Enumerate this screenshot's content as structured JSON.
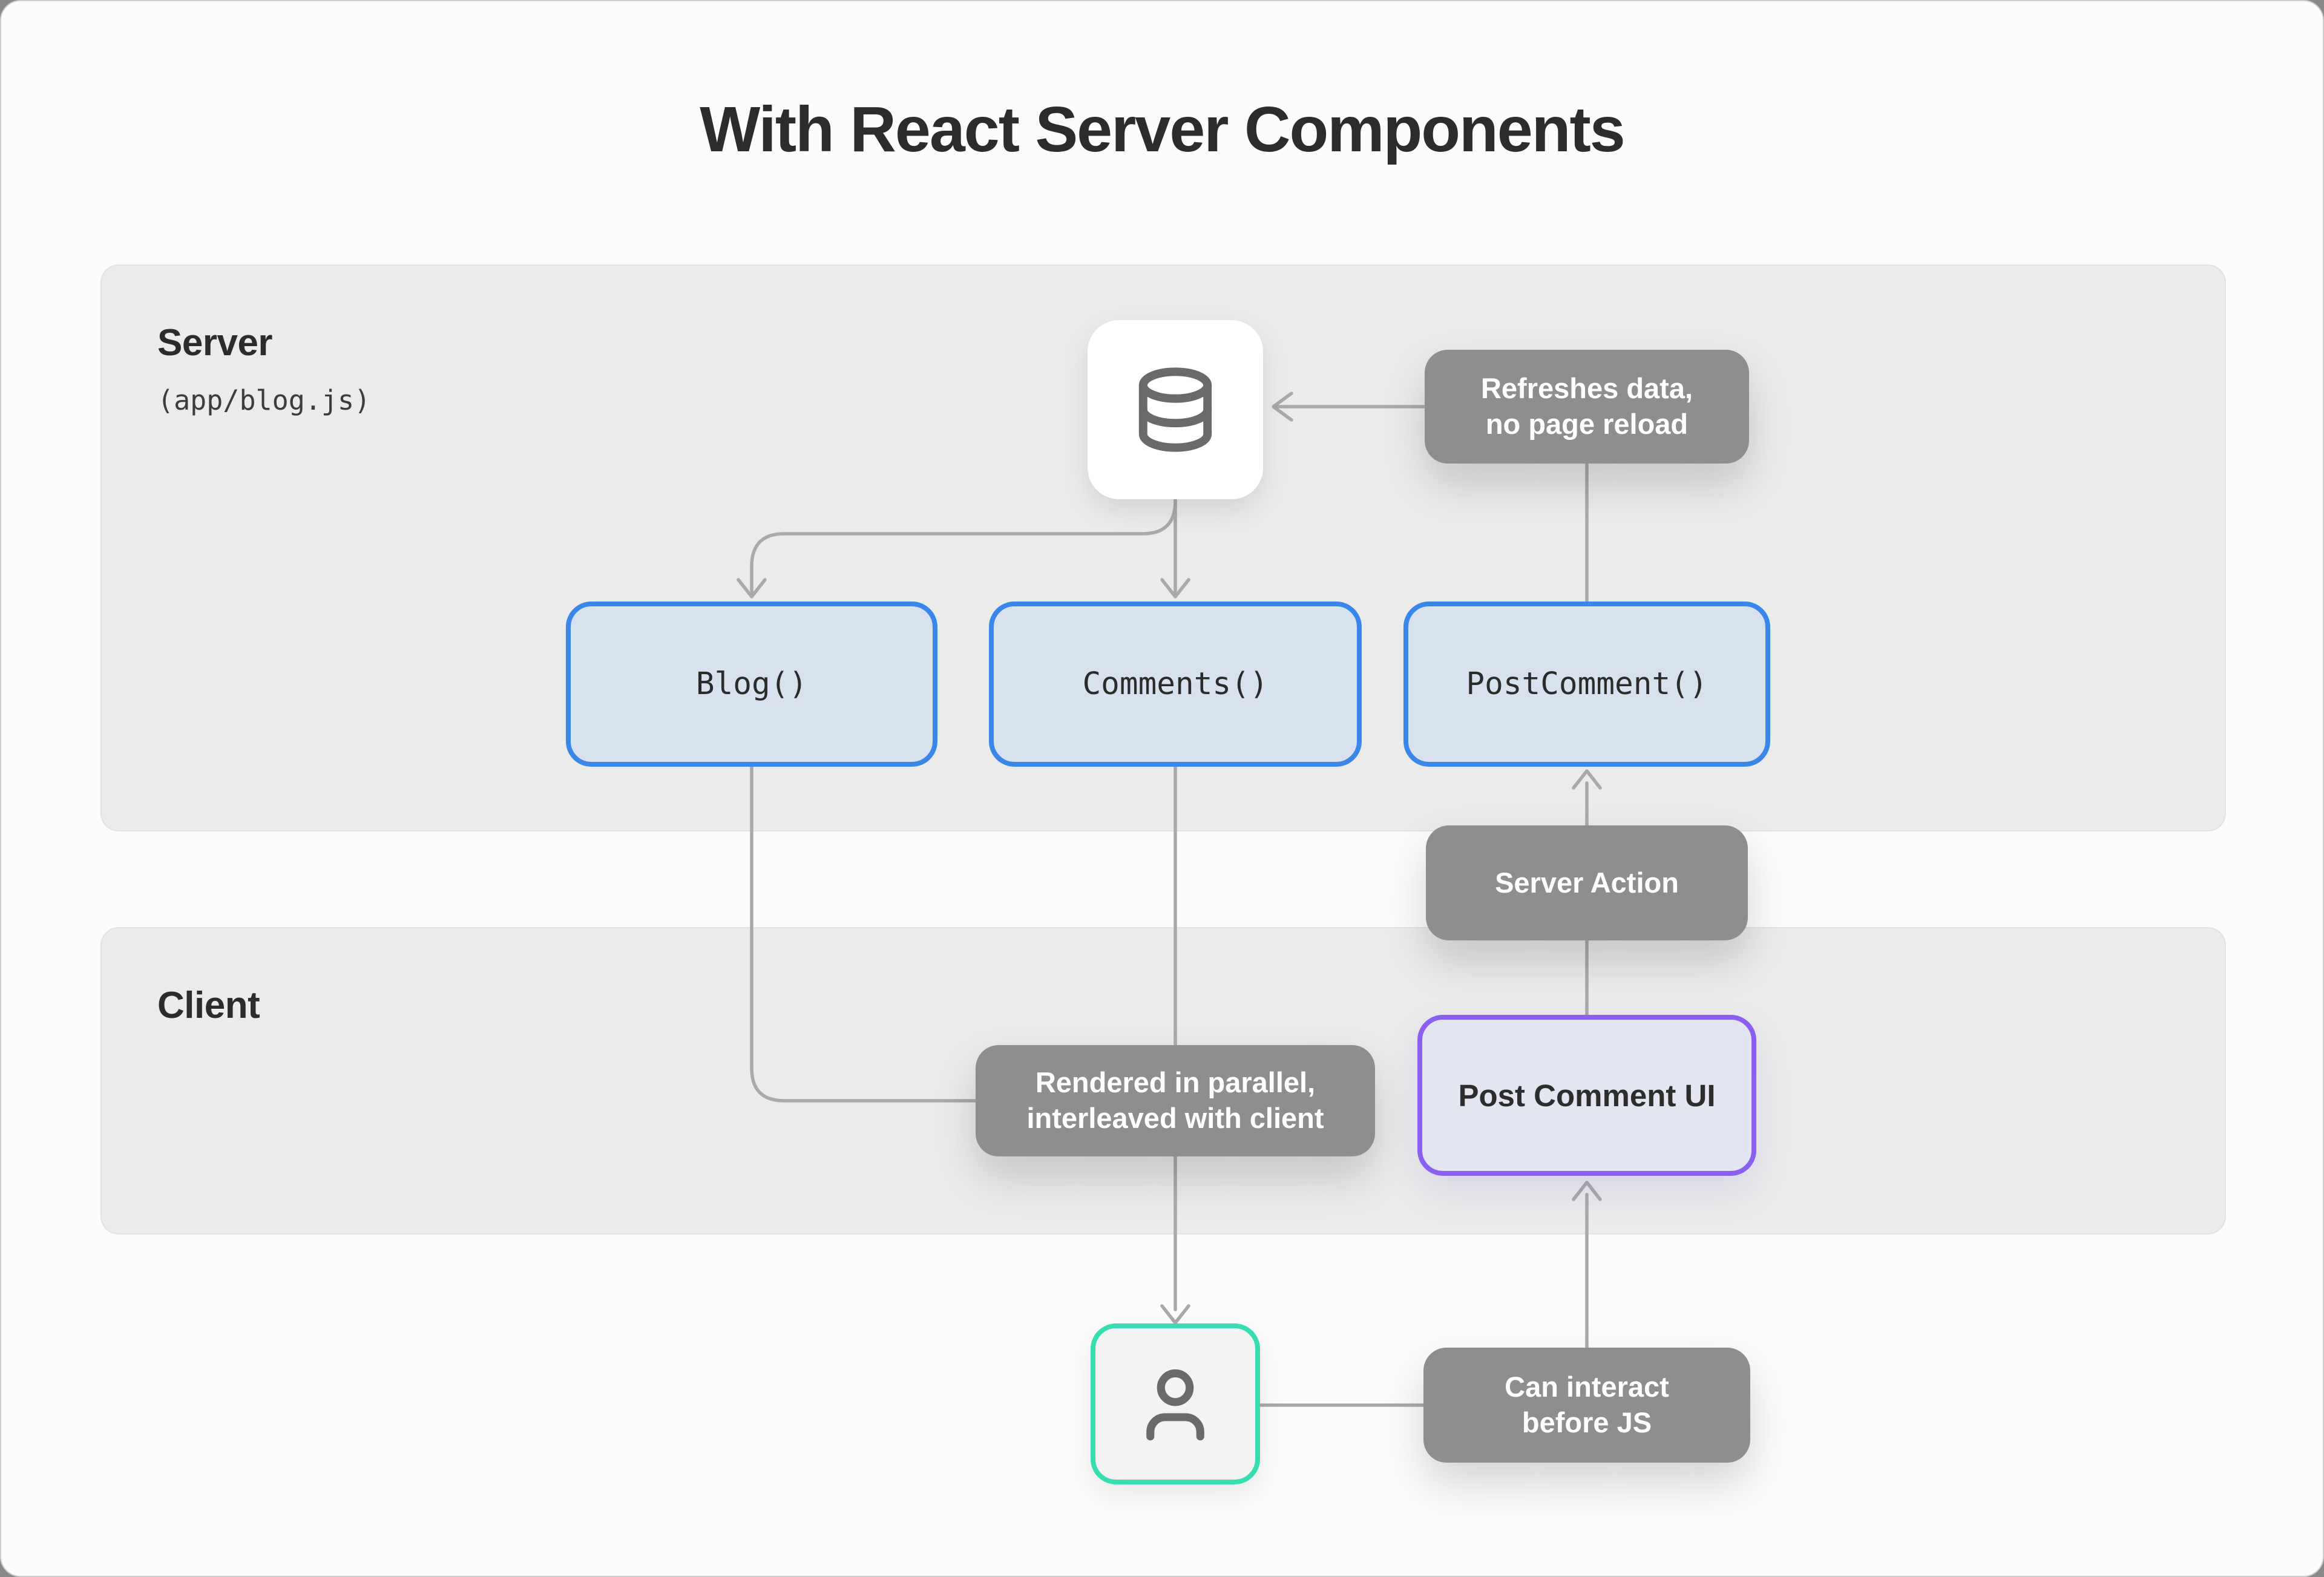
{
  "title": "With React Server Components",
  "panels": {
    "server": {
      "label": "Server",
      "sublabel": "(app/blog.js)"
    },
    "client": {
      "label": "Client"
    }
  },
  "nodes": {
    "database": {
      "icon": "database-icon"
    },
    "blog": {
      "label": "Blog()"
    },
    "comments": {
      "label": "Comments()"
    },
    "post_comment": {
      "label": "PostComment()"
    },
    "post_comment_ui": {
      "label": "Post Comment UI"
    },
    "user": {
      "icon": "user-icon"
    }
  },
  "badges": {
    "refreshes": {
      "text": "Refreshes data,\nno page reload"
    },
    "server_action": {
      "text": "Server Action"
    },
    "rendered": {
      "text": "Rendered in parallel,\ninterleaved with client"
    },
    "can_interact": {
      "text": "Can interact\nbefore JS"
    }
  },
  "colors": {
    "card_bg": "#fcfcfc",
    "panel_gray": "#ebebeb",
    "accent_blue": "#3a86e9",
    "blue_fill": "#d8e2ef",
    "accent_purple": "#8b5ff0",
    "purple_fill": "#e3e6f1",
    "accent_teal": "#38deb0",
    "badge_gray": "#8e8e8e",
    "line_gray": "#a9a9a9",
    "icon_gray": "#6a6a6a",
    "text_dark": "#2c2c2c"
  }
}
